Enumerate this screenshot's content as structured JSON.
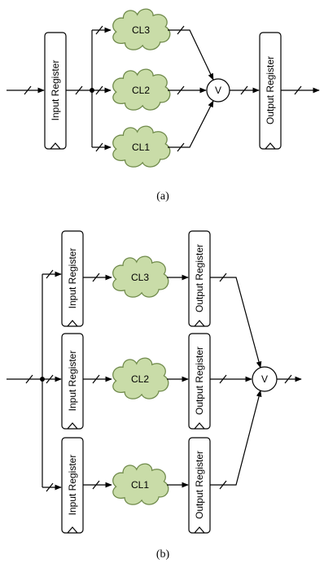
{
  "diagram_a": {
    "caption": "(a)",
    "input_register": "Input Register",
    "output_register": "Output Register",
    "logic": [
      "CL3",
      "CL2",
      "CL1"
    ],
    "voter": "V"
  },
  "diagram_b": {
    "caption": "(b)",
    "input_registers": [
      "Input Register",
      "Input Register",
      "Input Register"
    ],
    "output_registers": [
      "Output Register",
      "Output Register",
      "Output Register"
    ],
    "logic": [
      "CL3",
      "CL2",
      "CL1"
    ],
    "voter": "V"
  }
}
